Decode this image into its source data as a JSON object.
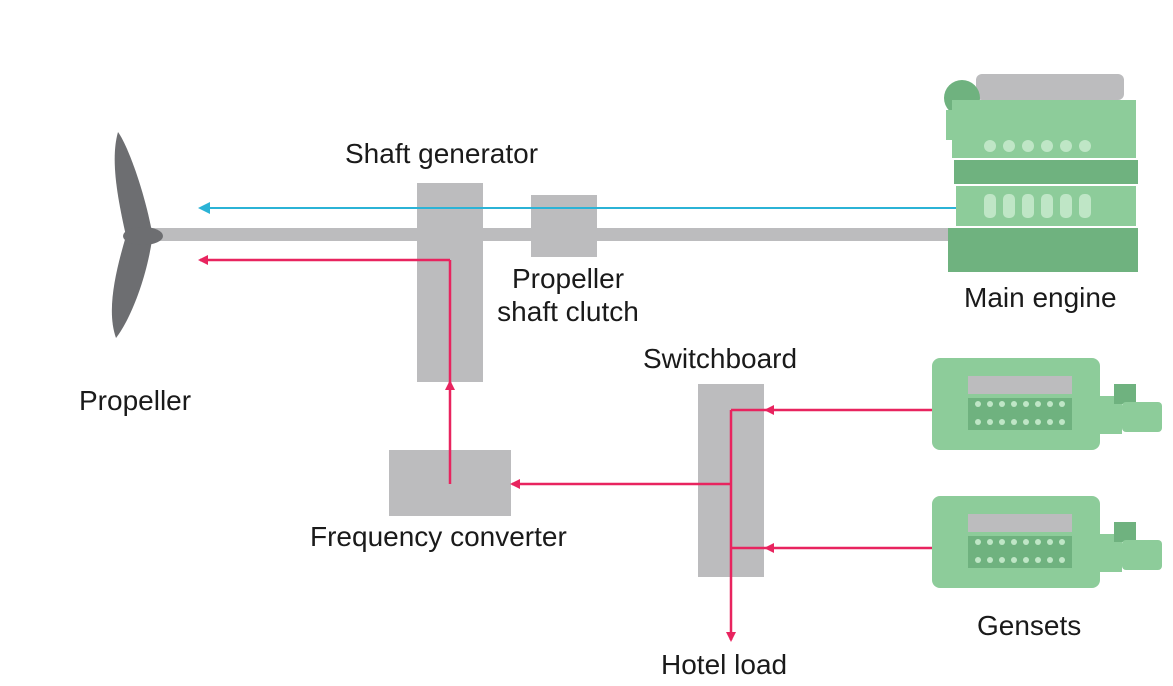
{
  "labels": {
    "shaft_generator": "Shaft generator",
    "propeller_shaft_clutch_line1": "Propeller",
    "propeller_shaft_clutch_line2": "shaft clutch",
    "main_engine": "Main engine",
    "switchboard": "Switchboard",
    "propeller": "Propeller",
    "frequency_converter": "Frequency converter",
    "gensets": "Gensets",
    "hotel_load": "Hotel load"
  },
  "colors": {
    "component_gray": "#bcbcbe",
    "engine_green": "#8dcc9a",
    "engine_dark_green": "#6fb27f",
    "engine_light_green": "#bfe6c6",
    "electric_flow": "#e8245f",
    "mechanical_flow": "#2bb3d6",
    "propeller_gray": "#6d6e71"
  }
}
